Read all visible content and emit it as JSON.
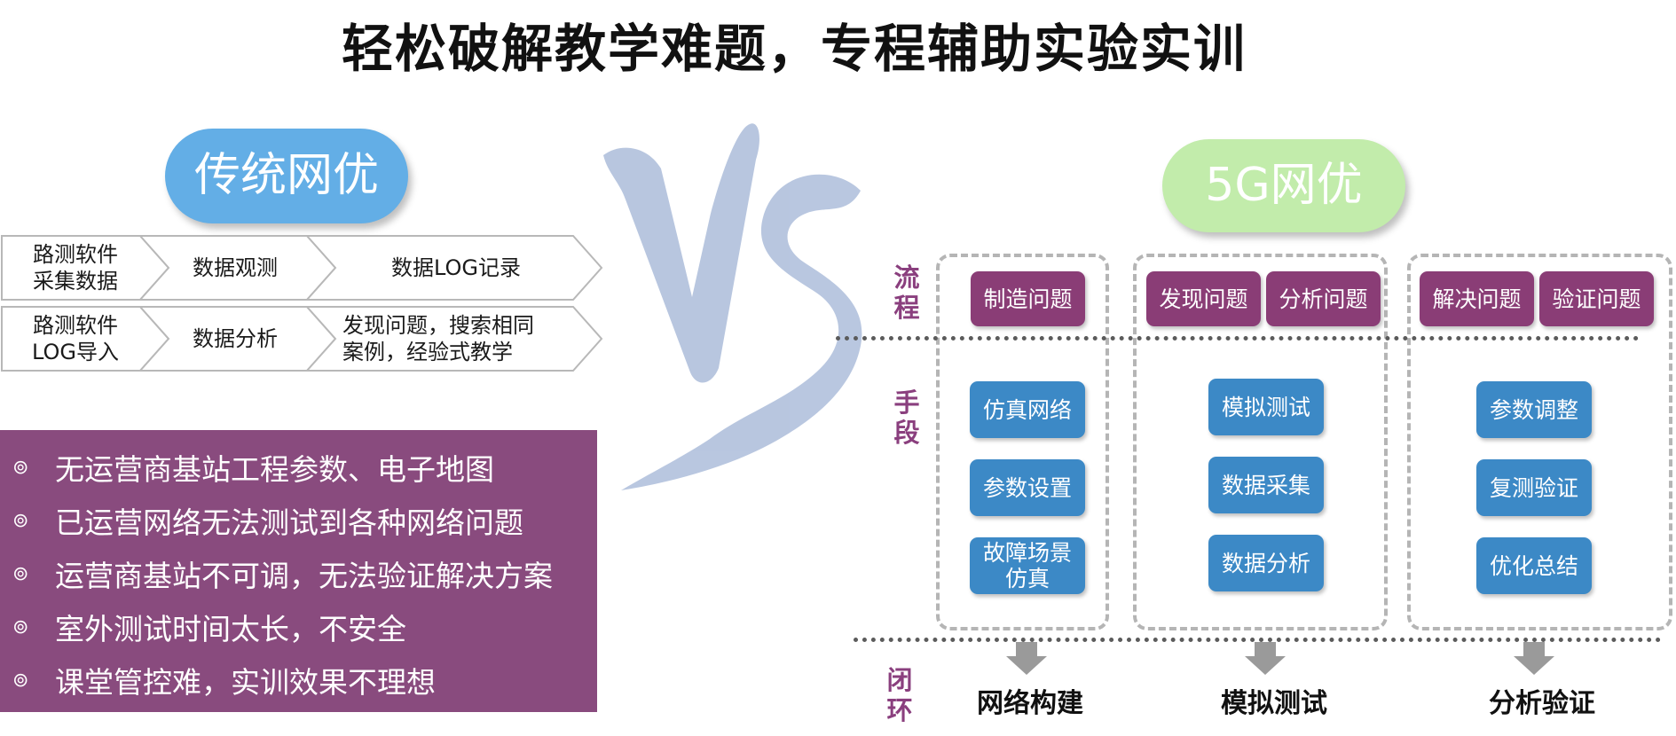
{
  "title": "轻松破解教学难题，专程辅助实验实训",
  "left": {
    "pill": "传统网优",
    "rows": [
      [
        "路测软件\n采集数据",
        "数据观测",
        "数据LOG记录"
      ],
      [
        "路测软件\nLOG导入",
        "数据分析",
        "发现问题，搜索相同\n案例，经验式教学"
      ]
    ],
    "issues": [
      "无运营商基站工程参数、电子地图",
      "已运营网络无法测试到各种网络问题",
      "运营商基站不可调，无法验证解决方案",
      "室外测试时间太长，不安全",
      "课堂管控难，实训效果不理想"
    ],
    "bullet_symbol": "⊚"
  },
  "right": {
    "pill": "5G网优",
    "labels": {
      "process": "流\n程",
      "means": "手\n段",
      "loop": "闭\n环"
    },
    "process": [
      "制造问题",
      "发现问题",
      "分析问题",
      "解决问题",
      "验证问题"
    ],
    "means": [
      [
        "仿真网络",
        "参数设置",
        "故障场景\n仿真"
      ],
      [
        "模拟测试",
        "数据采集",
        "数据分析"
      ],
      [
        "参数调整",
        "复测验证",
        "优化总结"
      ]
    ],
    "outcomes": [
      "网络构建",
      "模拟测试",
      "分析验证"
    ]
  },
  "colors": {
    "purple_box": "#894b7e",
    "purple_button": "#8a3d76",
    "blue_button": "#3c89c6",
    "blue_pill": "#63aee6",
    "green_pill": "#c2ecab",
    "vs_watermark": "#b3c2dd"
  }
}
